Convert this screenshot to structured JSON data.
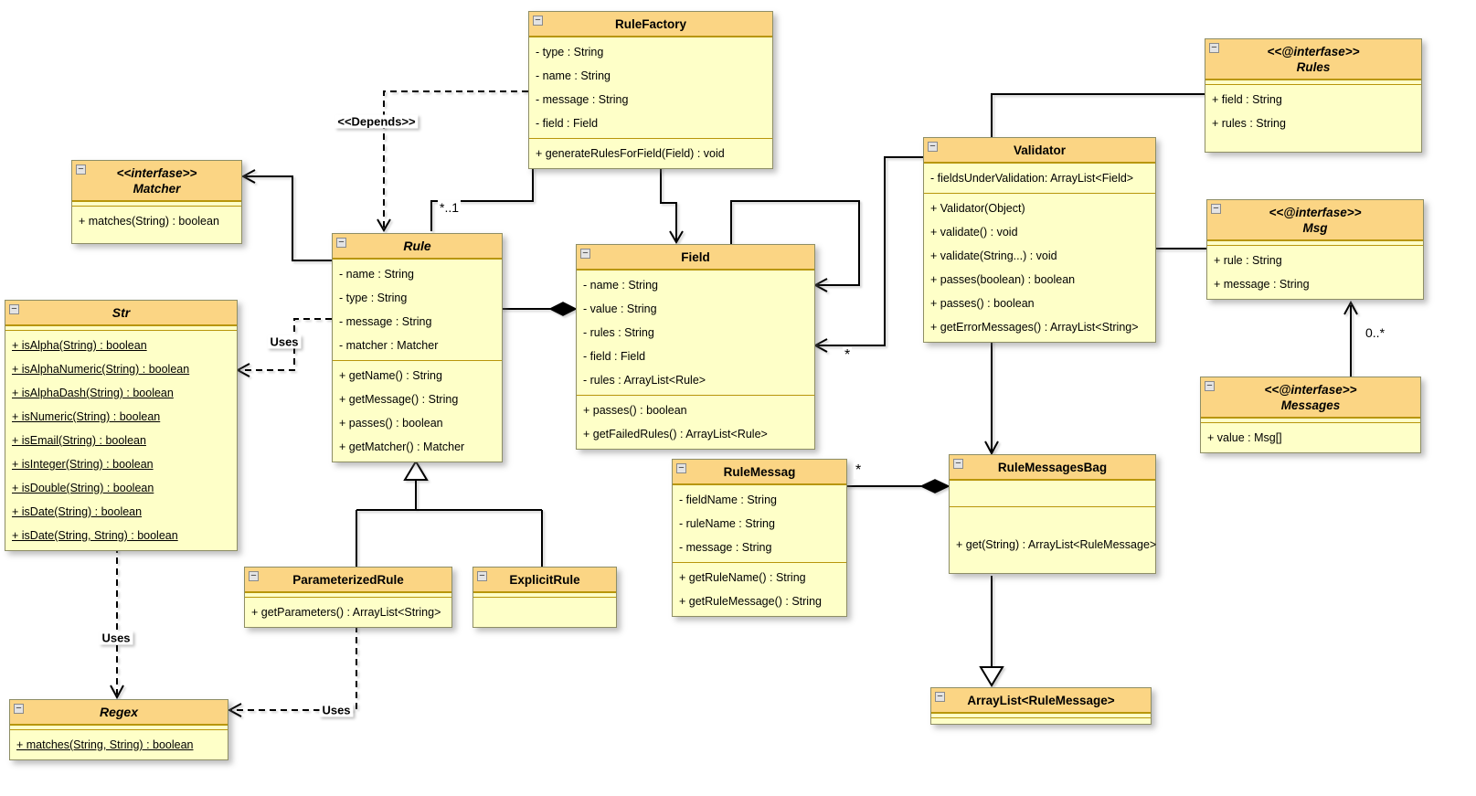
{
  "diagram": {
    "collapse_glyph": "−",
    "colors": {
      "header": "#fbd584",
      "body": "#feffc8",
      "box_border": "#8e8e66",
      "separator": "#b8960b",
      "line": "#000000"
    },
    "classes": [
      {
        "name": "RuleFactory",
        "stereotype": "",
        "attributes": [
          "- type : String",
          "- name : String",
          "- message : String",
          "- field : Field"
        ],
        "methods": [
          "+ generateRulesForField(Field) : void"
        ]
      },
      {
        "name": "Rules",
        "stereotype": "<<@interfase>>",
        "attributes": [
          "+ field : String",
          "+ rules : String"
        ],
        "methods": []
      },
      {
        "name": "Matcher",
        "stereotype": "<<interfase>>",
        "attributes": [],
        "methods": [
          "+ matches(String) : boolean"
        ]
      },
      {
        "name": "Validator",
        "stereotype": "",
        "attributes": [
          "- fieldsUnderValidation: ArrayList<Field>"
        ],
        "methods": [
          "+ Validator(Object)",
          "+ validate() : void",
          "+ validate(String...) : void",
          "+ passes(boolean) : boolean",
          "+ passes() : boolean",
          "+ getErrorMessages() : ArrayList<String>"
        ]
      },
      {
        "name": "Rule",
        "stereotype": "",
        "attributes": [
          "- name : String",
          "- type : String",
          "- message : String",
          "- matcher : Matcher"
        ],
        "methods": [
          "+ getName() : String",
          "+ getMessage() : String",
          "+ passes() : boolean",
          "+ getMatcher() : Matcher"
        ]
      },
      {
        "name": "Field",
        "stereotype": "",
        "attributes": [
          "- name : String",
          "- value : String",
          "- rules : String",
          "- field : Field",
          "- rules : ArrayList<Rule>"
        ],
        "methods": [
          "+ passes() : boolean",
          "+ getFailedRules() : ArrayList<Rule>"
        ]
      },
      {
        "name": "Msg",
        "stereotype": "<<@interfase>>",
        "attributes": [
          "+ rule : String",
          "+ message : String"
        ],
        "methods": []
      },
      {
        "name": "Str",
        "stereotype": "",
        "attributes": [],
        "methods": [
          "+ isAlpha(String) : boolean",
          "+ isAlphaNumeric(String) : boolean",
          "+ isAlphaDash(String) : boolean",
          "+ isNumeric(String) : boolean",
          "+ isEmail(String) : boolean",
          "+ isInteger(String) : boolean",
          "+ isDouble(String) : boolean",
          "+ isDate(String) : boolean",
          "+ isDate(String, String) : boolean"
        ]
      },
      {
        "name": "RuleMessag",
        "stereotype": "",
        "attributes": [
          "- fieldName : String",
          "- ruleName : String",
          "- message : String"
        ],
        "methods": [
          "+ getRuleName() : String",
          "+ getRuleMessage() : String"
        ]
      },
      {
        "name": "RuleMessagesBag",
        "stereotype": "",
        "attributes": [],
        "methods": [
          "+ get(String) : ArrayList<RuleMessage>"
        ]
      },
      {
        "name": "Messages",
        "stereotype": "<<@interfase>>",
        "attributes": [
          "+ value : Msg[]"
        ],
        "methods": []
      },
      {
        "name": "ParameterizedRule",
        "stereotype": "",
        "attributes": [],
        "methods": [
          "+ getParameters() : ArrayList<String>"
        ]
      },
      {
        "name": "ExplicitRule",
        "stereotype": "",
        "attributes": [],
        "methods": []
      },
      {
        "name": "Regex",
        "stereotype": "",
        "attributes": [],
        "methods": [
          "+ matches(String, String) : boolean"
        ]
      },
      {
        "name": "ArrayList<RuleMessage>",
        "stereotype": "",
        "attributes": [],
        "methods": []
      }
    ],
    "edge_labels": {
      "depends": "<<Depends>>",
      "uses_rule_str": "Uses",
      "uses_str_regex": "Uses",
      "uses_param_regex": "Uses",
      "mult_factory_rule": "*..1",
      "mult_validator_field": "*",
      "mult_msgbag": "*",
      "mult_messages_msg": "0..*"
    }
  }
}
